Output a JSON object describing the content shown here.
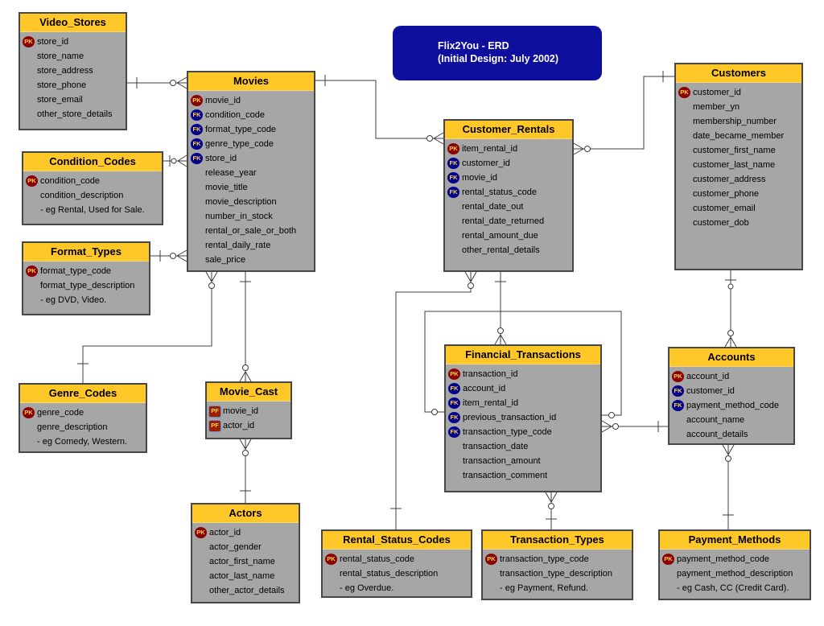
{
  "title_box": {
    "line1": "Flix2You - ERD",
    "line2": "(Initial Design: July 2002)"
  },
  "colors": {
    "entity_header_bg": "#ffc828",
    "entity_body_bg": "#a6a6a6",
    "entity_border": "#474747",
    "pk_badge_bg": "#8b0000",
    "fk_badge_bg": "#00008b",
    "pf_badge_bg": "#992000",
    "badge_text": "#ffd24d",
    "title_box_bg": "#0f0f9e",
    "title_box_text": "#ffffff",
    "connector_line": "#3c3c3c"
  },
  "badge_labels": {
    "pk": "PK",
    "fk": "FK",
    "pf": "PF"
  },
  "entities": [
    {
      "id": "video_stores",
      "title": "Video_Stores",
      "rows": [
        {
          "badge": "pk",
          "label": "store_id"
        },
        {
          "badge": "",
          "label": "store_name"
        },
        {
          "badge": "",
          "label": "store_address"
        },
        {
          "badge": "",
          "label": "store_phone"
        },
        {
          "badge": "",
          "label": "store_email"
        },
        {
          "badge": "",
          "label": "other_store_details"
        }
      ]
    },
    {
      "id": "condition_codes",
      "title": "Condition_Codes",
      "rows": [
        {
          "badge": "pk",
          "label": "condition_code"
        },
        {
          "badge": "",
          "label": "condition_description"
        },
        {
          "badge": "",
          "label": "- eg Rental, Used for Sale."
        }
      ]
    },
    {
      "id": "format_types",
      "title": "Format_Types",
      "rows": [
        {
          "badge": "pk",
          "label": "format_type_code"
        },
        {
          "badge": "",
          "label": "format_type_description"
        },
        {
          "badge": "",
          "label": "- eg DVD, Video."
        }
      ]
    },
    {
      "id": "genre_codes",
      "title": "Genre_Codes",
      "rows": [
        {
          "badge": "pk",
          "label": "genre_code"
        },
        {
          "badge": "",
          "label": "genre_description"
        },
        {
          "badge": "",
          "label": "- eg Comedy, Western."
        }
      ]
    },
    {
      "id": "movies",
      "title": "Movies",
      "rows": [
        {
          "badge": "pk",
          "label": "movie_id"
        },
        {
          "badge": "fk",
          "label": "condition_code"
        },
        {
          "badge": "fk",
          "label": "format_type_code"
        },
        {
          "badge": "fk",
          "label": "genre_type_code"
        },
        {
          "badge": "fk",
          "label": "store_id"
        },
        {
          "badge": "",
          "label": "release_year"
        },
        {
          "badge": "",
          "label": "movie_title"
        },
        {
          "badge": "",
          "label": "movie_description"
        },
        {
          "badge": "",
          "label": "number_in_stock"
        },
        {
          "badge": "",
          "label": "rental_or_sale_or_both"
        },
        {
          "badge": "",
          "label": "rental_daily_rate"
        },
        {
          "badge": "",
          "label": "sale_price"
        }
      ]
    },
    {
      "id": "movie_cast",
      "title": "Movie_Cast",
      "rows": [
        {
          "badge": "pf",
          "label": "movie_id"
        },
        {
          "badge": "pf",
          "label": "actor_id"
        }
      ]
    },
    {
      "id": "actors",
      "title": "Actors",
      "rows": [
        {
          "badge": "pk",
          "label": "actor_id"
        },
        {
          "badge": "",
          "label": "actor_gender"
        },
        {
          "badge": "",
          "label": "actor_first_name"
        },
        {
          "badge": "",
          "label": "actor_last_name"
        },
        {
          "badge": "",
          "label": "other_actor_details"
        }
      ]
    },
    {
      "id": "customer_rentals",
      "title": "Customer_Rentals",
      "rows": [
        {
          "badge": "pk",
          "label": "item_rental_id"
        },
        {
          "badge": "fk",
          "label": "customer_id"
        },
        {
          "badge": "fk",
          "label": "movie_id"
        },
        {
          "badge": "fk",
          "label": "rental_status_code"
        },
        {
          "badge": "",
          "label": "rental_date_out"
        },
        {
          "badge": "",
          "label": "rental_date_returned"
        },
        {
          "badge": "",
          "label": "rental_amount_due"
        },
        {
          "badge": "",
          "label": "other_rental_details"
        }
      ]
    },
    {
      "id": "customers",
      "title": "Customers",
      "rows": [
        {
          "badge": "pk",
          "label": "customer_id"
        },
        {
          "badge": "",
          "label": "member_yn"
        },
        {
          "badge": "",
          "label": "membership_number"
        },
        {
          "badge": "",
          "label": "date_became_member"
        },
        {
          "badge": "",
          "label": "customer_first_name"
        },
        {
          "badge": "",
          "label": "customer_last_name"
        },
        {
          "badge": "",
          "label": "customer_address"
        },
        {
          "badge": "",
          "label": "customer_phone"
        },
        {
          "badge": "",
          "label": "customer_email"
        },
        {
          "badge": "",
          "label": "customer_dob"
        }
      ]
    },
    {
      "id": "financial_transactions",
      "title": "Financial_Transactions",
      "rows": [
        {
          "badge": "pk",
          "label": "transaction_id"
        },
        {
          "badge": "fk",
          "label": "account_id"
        },
        {
          "badge": "fk",
          "label": "item_rental_id"
        },
        {
          "badge": "fk",
          "label": "previous_transaction_id"
        },
        {
          "badge": "fk",
          "label": "transaction_type_code"
        },
        {
          "badge": "",
          "label": "transaction_date"
        },
        {
          "badge": "",
          "label": "transaction_amount"
        },
        {
          "badge": "",
          "label": "transaction_comment"
        }
      ]
    },
    {
      "id": "accounts",
      "title": "Accounts",
      "rows": [
        {
          "badge": "pk",
          "label": "account_id"
        },
        {
          "badge": "fk",
          "label": "customer_id"
        },
        {
          "badge": "fk",
          "label": "payment_method_code"
        },
        {
          "badge": "",
          "label": "account_name"
        },
        {
          "badge": "",
          "label": "account_details"
        }
      ]
    },
    {
      "id": "rental_status_codes",
      "title": "Rental_Status_Codes",
      "rows": [
        {
          "badge": "pk",
          "label": "rental_status_code"
        },
        {
          "badge": "",
          "label": "rental_status_description"
        },
        {
          "badge": "",
          "label": "- eg Overdue."
        }
      ]
    },
    {
      "id": "transaction_types",
      "title": "Transaction_Types",
      "rows": [
        {
          "badge": "pk",
          "label": "transaction_type_code"
        },
        {
          "badge": "",
          "label": "transaction_type_description"
        },
        {
          "badge": "",
          "label": "- eg Payment, Refund."
        }
      ]
    },
    {
      "id": "payment_methods",
      "title": "Payment_Methods",
      "rows": [
        {
          "badge": "pk",
          "label": "payment_method_code"
        },
        {
          "badge": "",
          "label": "payment_method_description"
        },
        {
          "badge": "",
          "label": "- eg Cash, CC (Credit Card)."
        }
      ]
    }
  ]
}
